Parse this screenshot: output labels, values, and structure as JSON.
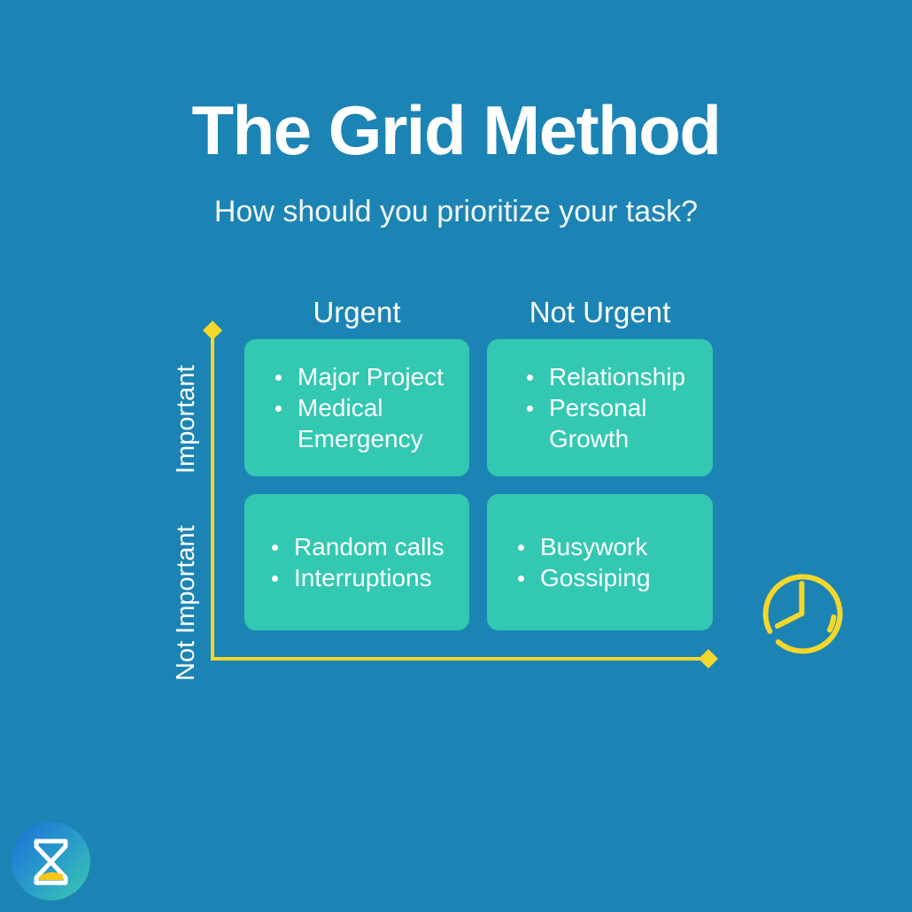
{
  "header": {
    "title": "The Grid Method",
    "subtitle": "How should you prioritize your task?"
  },
  "matrix": {
    "column_headers": [
      "Urgent",
      "Not Urgent"
    ],
    "row_labels": [
      "Important",
      "Not Important"
    ],
    "quadrants": [
      {
        "id": "important-urgent",
        "row": "Important",
        "column": "Urgent",
        "items": [
          "Major Project",
          "Medical Emergency"
        ]
      },
      {
        "id": "important-not-urgent",
        "row": "Important",
        "column": "Not Urgent",
        "items": [
          "Relationship",
          "Personal Growth"
        ]
      },
      {
        "id": "not-important-urgent",
        "row": "Not Important",
        "column": "Urgent",
        "items": [
          "Random calls",
          "Interruptions"
        ]
      },
      {
        "id": "not-important-not-urgent",
        "row": "Not Important",
        "column": "Not Urgent",
        "items": [
          "Busywork",
          "Gossiping"
        ]
      }
    ]
  },
  "decorations": {
    "clock": "clock-icon",
    "logo": "hourglass-logo-icon",
    "axis": "axis-lines"
  },
  "colors": {
    "background": "#1C84B4",
    "card": "#33C8B1",
    "axis": "#F5D72A",
    "text": "#FFFFFF",
    "logo_gradient_start": "#1B6FD6",
    "logo_gradient_end": "#3BC9AF",
    "logo_sand": "#F5C518"
  }
}
